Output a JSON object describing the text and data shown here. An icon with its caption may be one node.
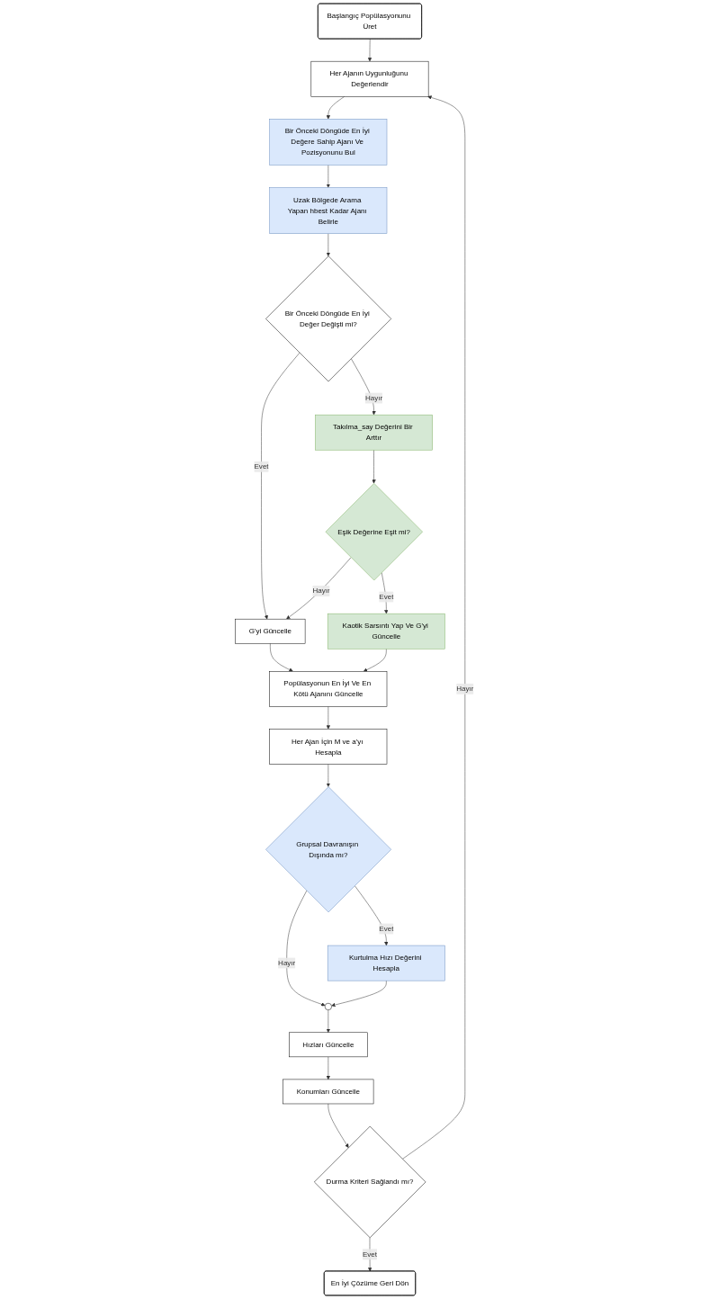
{
  "diagram": {
    "nodes": [
      {
        "text": [
          "Başlangıç Popülasyonunu Üret"
        ]
      },
      {
        "text": [
          "Her Ajanın Uygunluğunu Değerlendir"
        ]
      },
      {
        "text": [
          "Bir Önceki Döngüde En İyi Değere Sahip Ajanı Ve Pozisyonunu Bul"
        ]
      },
      {
        "text": [
          "Uzak Bölgede Arama Yapan hbest Kadar Ajanı Belirle"
        ]
      },
      {
        "text": [
          "Bir Önceki Döngüde En İyi Değer Değişti mi?"
        ]
      },
      {
        "text": [
          "Takılma_say Değerini Bir Arttır"
        ]
      },
      {
        "text": [
          "Eşik Değerine Eşit mi?"
        ]
      },
      {
        "text": [
          "G'yi Güncelle"
        ]
      },
      {
        "text": [
          "Kaotik Sarsıntı Yap Ve G'yi Güncelle"
        ]
      },
      {
        "text": [
          "Popülasyonun En İyi Ve En Kötü Ajanını Güncelle"
        ]
      },
      {
        "text": [
          "Her Ajan İçin M ve a'yı Hesapla"
        ]
      },
      {
        "text": [
          "Grupsal Davranışın Dışında mı?"
        ]
      },
      {
        "text": [],
        "shape": "circle"
      },
      {
        "text": [
          "Hızları Güncelle"
        ]
      },
      {
        "text": [
          "Kurtulma Hızı Değerini Hesapla"
        ]
      },
      {
        "text": [
          "Konumları Güncelle"
        ]
      },
      {
        "text": [
          "Durma Kriteri Sağlandı mı?"
        ]
      },
      {
        "text": [
          "En İyi Çözüme Geri Dön"
        ]
      }
    ],
    "edges": [
      {
        "from": 0,
        "to": 1,
        "arrow": "to"
      },
      {
        "from": 1,
        "to": 2,
        "arrow": "to"
      },
      {
        "from": 2,
        "to": 3,
        "arrow": "to"
      },
      {
        "from": 3,
        "to": 4,
        "arrow": "to"
      },
      {
        "from": 4,
        "to": 5,
        "label": "Hayır",
        "arrow": "to"
      },
      {
        "from": 4,
        "to": 7,
        "label": "Evet",
        "arrow": "to"
      },
      {
        "from": 5,
        "to": 6,
        "arrow": "to"
      },
      {
        "from": 6,
        "to": 7,
        "label": "Hayır",
        "arrow": "to"
      },
      {
        "from": 6,
        "to": 8,
        "label": "Evet",
        "arrow": "to"
      },
      {
        "from": 7,
        "to": 9,
        "arrow": "to"
      },
      {
        "from": 8,
        "to": 9,
        "arrow": "to"
      },
      {
        "from": 9,
        "to": 10,
        "arrow": "to"
      },
      {
        "from": 10,
        "to": 11,
        "arrow": "to"
      },
      {
        "from": 11,
        "to": 12,
        "label": "Hayır",
        "arrow": "to"
      },
      {
        "from": 11,
        "to": 14,
        "label": "Evet",
        "arrow": "to"
      },
      {
        "from": 14,
        "to": 12,
        "arrow": "to"
      },
      {
        "from": 12,
        "to": 13,
        "arrow": "to"
      },
      {
        "from": 13,
        "to": 15,
        "arrow": "to"
      },
      {
        "from": 15,
        "to": 16,
        "arrow": "to"
      },
      {
        "from": 16,
        "to": 1,
        "label": "Hayır",
        "arrow": "to"
      },
      {
        "from": 16,
        "to": 17,
        "label": "Evet",
        "arrow": "to"
      }
    ]
  }
}
